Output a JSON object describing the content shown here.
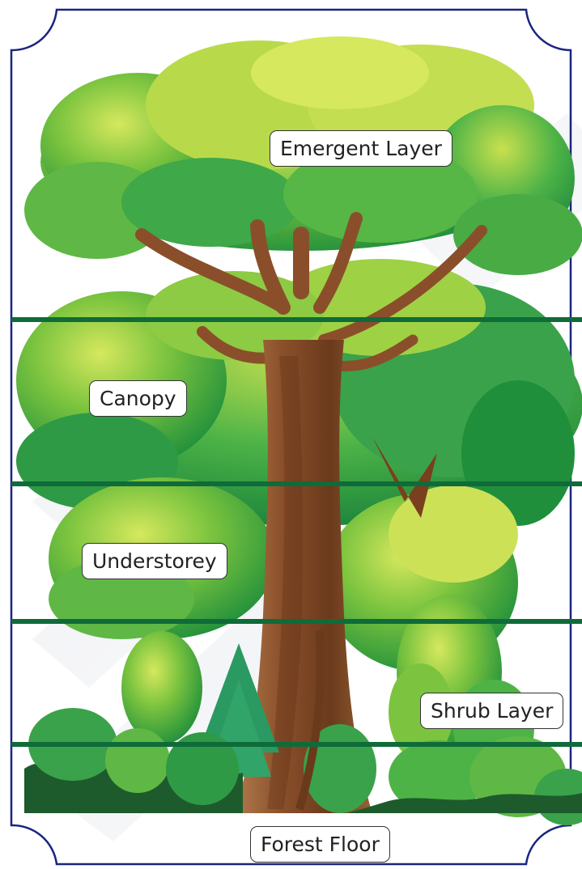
{
  "diagram": {
    "labels": {
      "emergent": "Emergent Layer",
      "canopy": "Canopy",
      "understorey": "Understorey",
      "shrub": "Shrub Layer",
      "floor": "Forest Floor"
    }
  },
  "colors": {
    "divider": "#0f6b39",
    "frame": "#1a2580",
    "trunk": "#8a4f2a",
    "trunk_shadow": "#5e3216",
    "leaf_dark": "#1f8f3b",
    "leaf_mid": "#4db347",
    "leaf_light": "#a6d63a",
    "leaf_pale": "#d6e85e",
    "floor_dark": "#1d5b2c"
  },
  "icons": [
    "tree-illustration",
    "frame-border"
  ]
}
